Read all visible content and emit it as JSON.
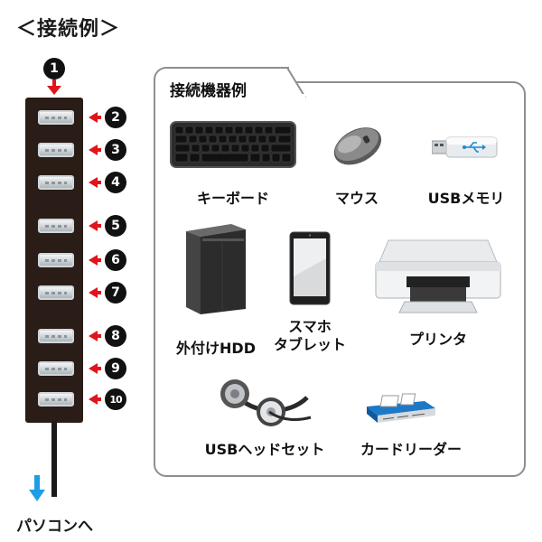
{
  "title": "＜接続例＞",
  "panel_title": "接続機器例",
  "to_computer_label": "パソコンへ",
  "upstream_badge": "1",
  "ports": [
    {
      "badge": "2"
    },
    {
      "badge": "3"
    },
    {
      "badge": "4"
    },
    {
      "badge": "5"
    },
    {
      "badge": "6"
    },
    {
      "badge": "7"
    },
    {
      "badge": "8"
    },
    {
      "badge": "9"
    },
    {
      "badge": "10"
    }
  ],
  "devices": [
    {
      "label": "キーボード",
      "icon": "keyboard-icon"
    },
    {
      "label": "マウス",
      "icon": "mouse-icon"
    },
    {
      "label": "USBメモリ",
      "icon": "usb-memory-icon"
    },
    {
      "label": "外付けHDD",
      "icon": "external-hdd-icon"
    },
    {
      "label_line1": "スマホ",
      "label_line2": "タブレット",
      "icon": "smartphone-icon"
    },
    {
      "label": "プリンタ",
      "icon": "printer-icon"
    },
    {
      "label": "USBヘッドセット",
      "icon": "headset-icon"
    },
    {
      "label": "カードリーダー",
      "icon": "card-reader-icon"
    }
  ],
  "colors": {
    "hub_body": "#2a1c16",
    "red_arrow": "#e1141c",
    "blue_arrow": "#1e9ee6",
    "panel_border": "#8e8e8e"
  }
}
